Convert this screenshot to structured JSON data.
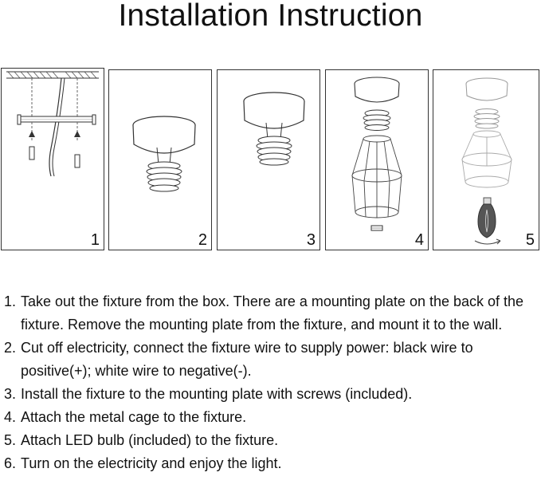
{
  "title": "Installation Instruction",
  "panels": [
    {
      "number": "1"
    },
    {
      "number": "2"
    },
    {
      "number": "3"
    },
    {
      "number": "4"
    },
    {
      "number": "5"
    }
  ],
  "steps": [
    {
      "index": "1.",
      "text": "Take out the fixture from the box. There are a mounting plate on the back of the fixture. Remove the mounting plate from the fixture, and mount it to the wall."
    },
    {
      "index": "2.",
      "text": "Cut off electricity, connect the fixture wire to supply power: black wire to positive(+); white wire to negative(-)."
    },
    {
      "index": "3.",
      "text": "Install the fixture to the mounting plate with screws (included)."
    },
    {
      "index": "4.",
      "text": "Attach the metal cage to the fixture."
    },
    {
      "index": "5.",
      "text": "Attach LED bulb (included) to the fixture."
    },
    {
      "index": "6.",
      "text": "Turn on the electricity and enjoy the light."
    }
  ]
}
